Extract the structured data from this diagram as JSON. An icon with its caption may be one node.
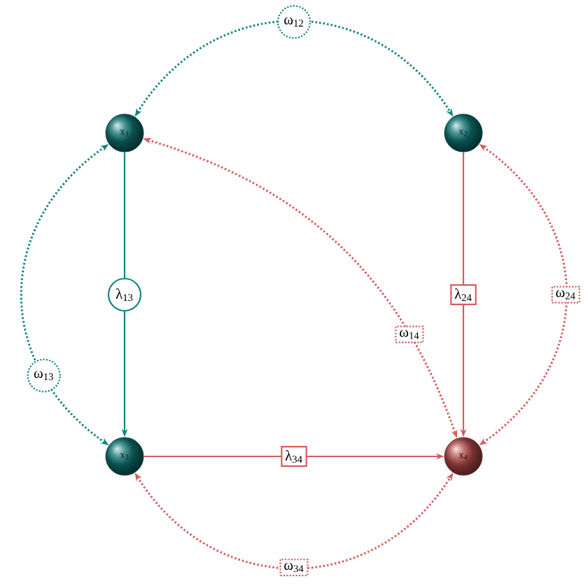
{
  "diagram": {
    "nodes": [
      {
        "text": [
          "x$_{1}$"
        ]
      },
      {
        "text": [
          "x$_{2}$"
        ]
      },
      {
        "text": [
          "x$_{3}$"
        ]
      },
      {
        "text": [
          "x$_{4}$"
        ]
      }
    ],
    "edges": [
      {
        "from": 0,
        "to": 1,
        "arrow": "both",
        "label": "ω$_{12}$",
        "style": "dashed",
        "color": "#128583"
      },
      {
        "from": 0,
        "to": 2,
        "arrow": "to",
        "label": "λ$_{13}$",
        "color": "#128583"
      },
      {
        "from": 0,
        "to": 2,
        "arrow": "both",
        "label": "ω$_{13}$",
        "style": "dashed",
        "color": "#128583"
      },
      {
        "from": 1,
        "to": 3,
        "arrow": "to",
        "label": "λ$_{24}$"
      },
      {
        "from": 0,
        "to": 3,
        "arrow": "both",
        "label": "ω$_{14}$",
        "style": "dashed"
      },
      {
        "from": 1,
        "to": 3,
        "arrow": "both",
        "label": "ω$_{24}$",
        "style": "dashed"
      },
      {
        "from": 2,
        "to": 3,
        "arrow": "to",
        "label": "λ$_{34}$"
      },
      {
        "from": 2,
        "to": 3,
        "arrow": "both",
        "label": "ω$_{34}$",
        "style": "dashed"
      }
    ]
  }
}
